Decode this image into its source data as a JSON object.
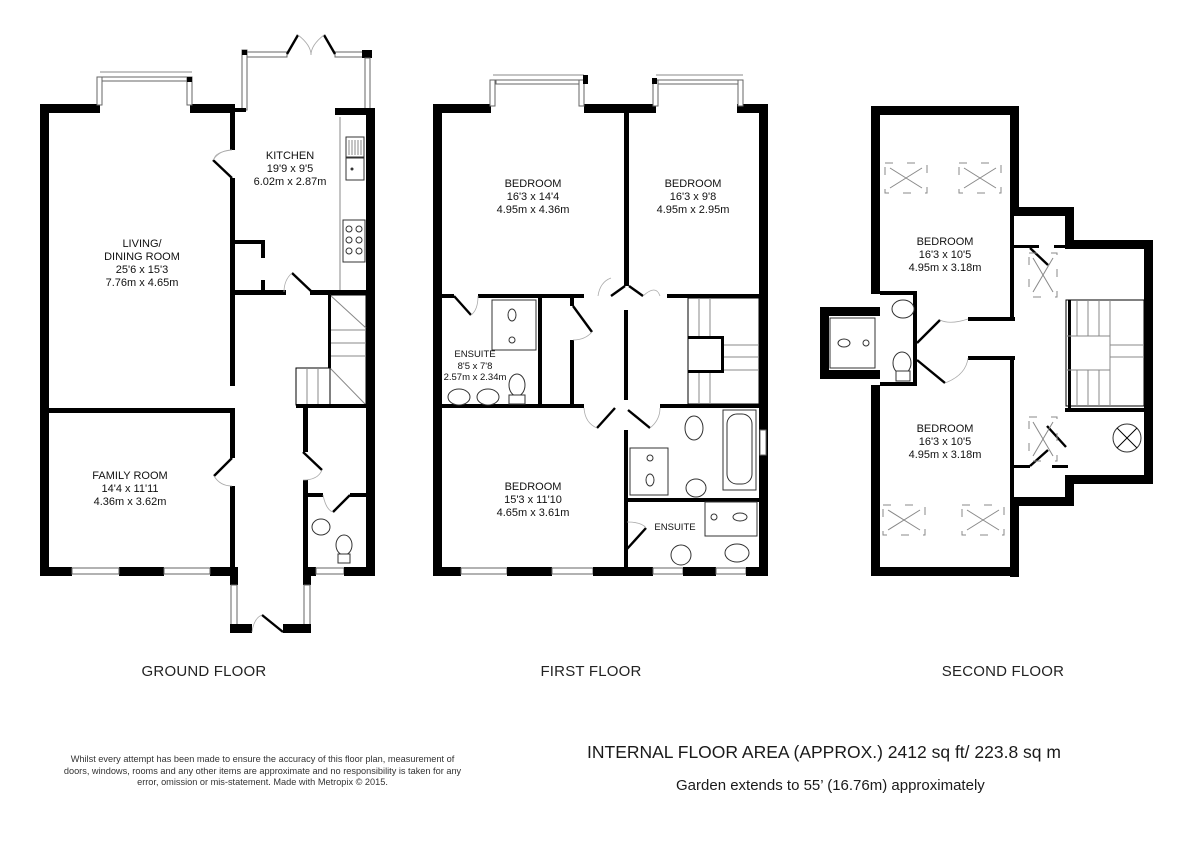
{
  "floors": [
    {
      "name": "GROUND FLOOR",
      "rooms": [
        {
          "name": "KITCHEN",
          "imperial": "19'9 x 9'5",
          "metric": "6.02m x 2.87m"
        },
        {
          "name_line1": "LIVING/",
          "name_line2": "DINING ROOM",
          "imperial": "25'6 x 15'3",
          "metric": "7.76m x 4.65m"
        },
        {
          "name": "FAMILY ROOM",
          "imperial": "14'4 x 11'11",
          "metric": "4.36m x 3.62m"
        }
      ]
    },
    {
      "name": "FIRST FLOOR",
      "rooms": [
        {
          "name": "BEDROOM",
          "imperial": "16'3 x 14'4",
          "metric": "4.95m x 4.36m"
        },
        {
          "name": "BEDROOM",
          "imperial": "16'3 x 9'8",
          "metric": "4.95m x 2.95m"
        },
        {
          "name": "ENSUITE",
          "imperial": "8'5 x 7'8",
          "metric": "2.57m x 2.34m"
        },
        {
          "name": "BEDROOM",
          "imperial": "15'3 x 11'10",
          "metric": "4.65m x 3.61m"
        },
        {
          "name": "ENSUITE"
        }
      ]
    },
    {
      "name": "SECOND FLOOR",
      "rooms": [
        {
          "name": "BEDROOM",
          "imperial": "16'3 x 10'5",
          "metric": "4.95m x 3.18m"
        },
        {
          "name": "BEDROOM",
          "imperial": "16'3 x 10'5",
          "metric": "4.95m x 3.18m"
        }
      ]
    }
  ],
  "footer": {
    "disclaimer": "Whilst every attempt has been made to ensure the accuracy of this floor plan, measurement of doors, windows, rooms and any other items are approximate and no responsibility is taken for any error, omission or mis-statement. Made with Metropix © 2015.",
    "internal_area": "INTERNAL FLOOR AREA (APPROX.) 2412 sq ft/ 223.8 sq m",
    "garden": "Garden extends to 55’ (16.76m) approximately"
  }
}
